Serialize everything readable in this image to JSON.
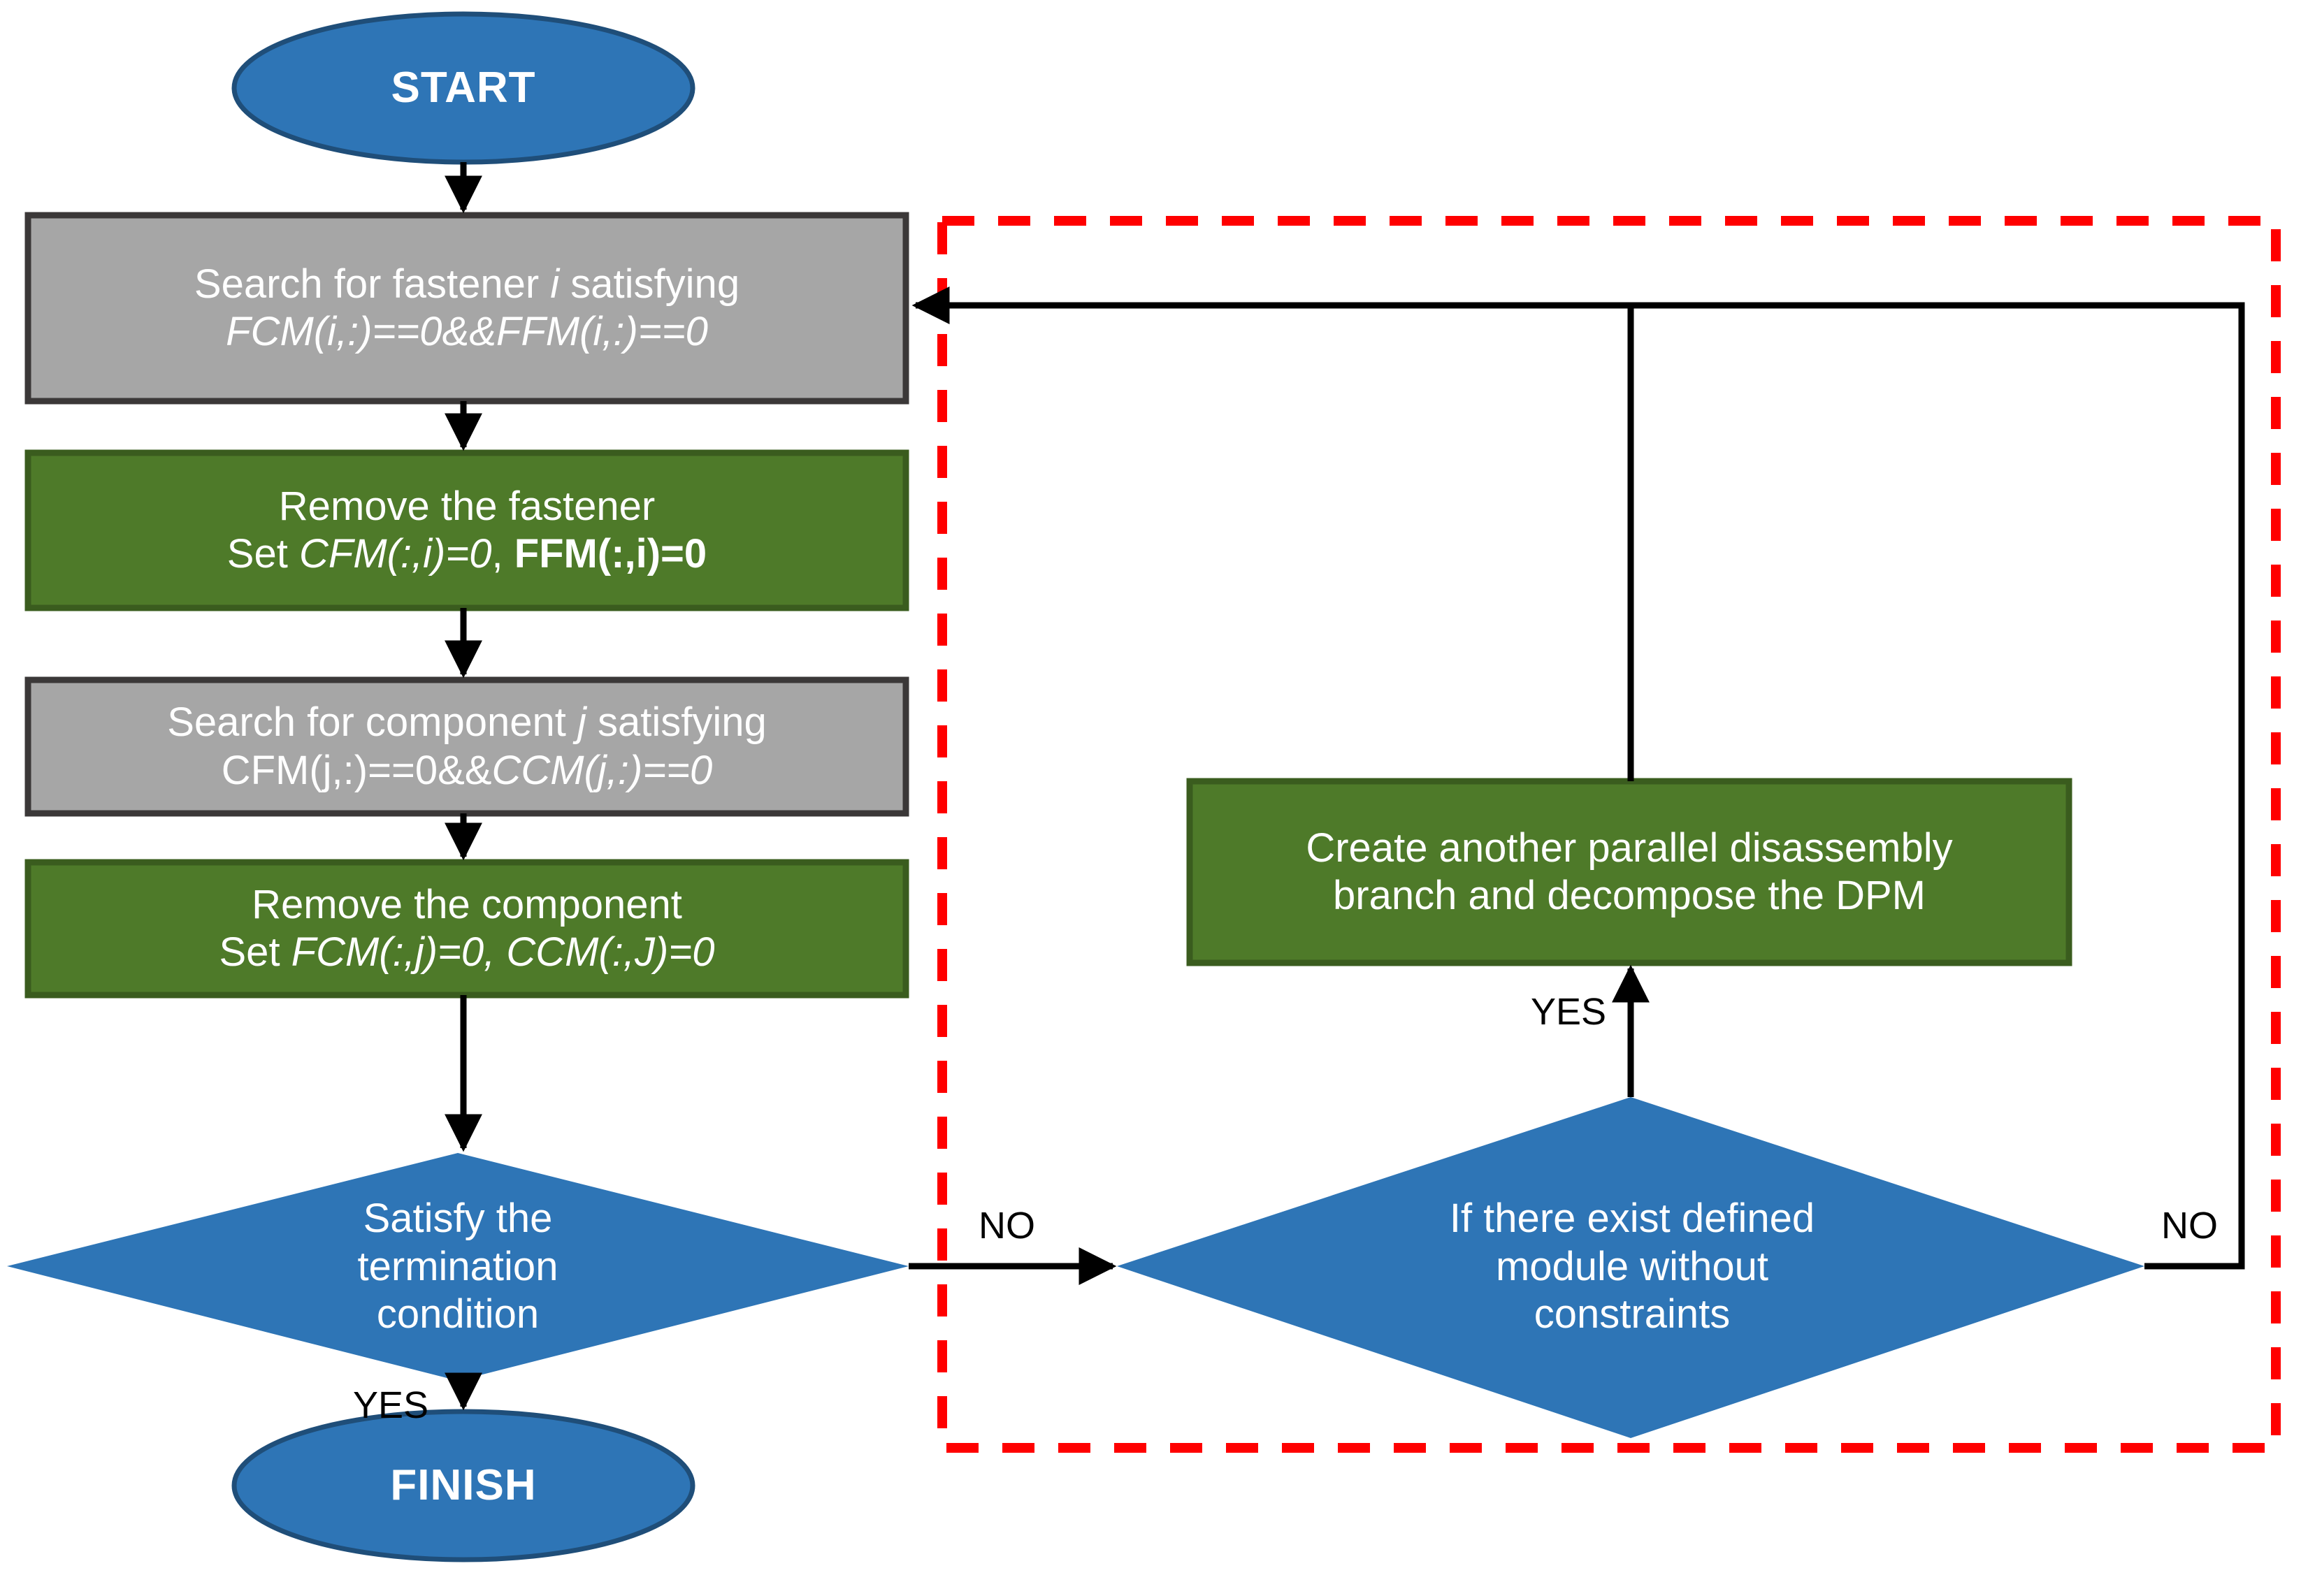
{
  "diagram": {
    "title": "Disassembly planning flowchart",
    "colors": {
      "blue": "#2E75B6",
      "blue_stroke": "#1F4E79",
      "green": "#4E7A29",
      "green_stroke": "#3A5C1E",
      "grey": "#A6A6A6",
      "grey_stroke": "#3B3838",
      "red_dashed": "#FF0000",
      "line": "#000000",
      "text_on_shape": "#FFFFFF",
      "text_label": "#000000"
    },
    "nodes": {
      "start": {
        "shape": "ellipse",
        "label": "START"
      },
      "search_fastener": {
        "shape": "process",
        "fill": "grey",
        "line1": "Search for fastener ",
        "line1_italic": "i",
        "line1_tail": " satisfying",
        "line2": "FCM(i,:)==0&&FFM(i,:)==0"
      },
      "remove_fastener": {
        "shape": "process",
        "fill": "green",
        "line1": "Remove the fastener",
        "line2_prefix": "Set ",
        "line2_italic": "CFM(:,i)=0",
        "line2_mid": ", ",
        "line2_bold": "FFM(:,i)=0"
      },
      "search_component": {
        "shape": "process",
        "fill": "grey",
        "line1": "Search for component ",
        "line1_italic": "j",
        "line1_tail": " satisfying",
        "line2_plain": "CFM(j,:)==0&&",
        "line2_italic": "CCM(j,:)==0"
      },
      "remove_component": {
        "shape": "process",
        "fill": "green",
        "line1": "Remove the component",
        "line2_prefix": "Set ",
        "line2_italic": "FCM(:,j)=0, CCM(:,J)=0"
      },
      "termination_decision": {
        "shape": "decision",
        "line1": "Satisfy the",
        "line2": "termination",
        "line3": "condition"
      },
      "finish": {
        "shape": "ellipse",
        "label": "FINISH"
      },
      "create_branch": {
        "shape": "process",
        "fill": "green",
        "line1": "Create another parallel disassembly",
        "line2": "branch and decompose the DPM"
      },
      "module_decision": {
        "shape": "decision",
        "line1": "If there exist defined",
        "line2": "module without",
        "line3": "constraints"
      }
    },
    "edge_labels": {
      "termination_yes": "YES",
      "termination_no": "NO",
      "module_yes": "YES",
      "module_no": "NO"
    }
  }
}
